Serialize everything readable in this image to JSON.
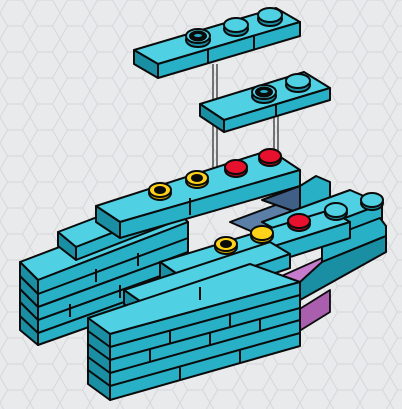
{
  "image": {
    "subject": "lego-instruction-step",
    "colors": {
      "background": "#e9eaec",
      "hex_pattern": "#f6f6f7",
      "hex_stroke": "#d6d7da",
      "brick_top": "#4fd0e3",
      "brick_front": "#27b0c6",
      "brick_dark": "#1a8fa3",
      "outline": "#0b0b0b",
      "stud_yellow": "#ffd21a",
      "stud_red": "#e8112d",
      "interior_blue": "#5c7fa8",
      "interior_dark": "#3f5f86",
      "pink": "#c77bcc",
      "guide_line": "#555555"
    },
    "parts": [
      {
        "name": "plate-1x3-top",
        "studs": [
          "black-ring",
          "cyan",
          "cyan"
        ]
      },
      {
        "name": "plate-1x2-middle",
        "studs": [
          "black-ring",
          "cyan"
        ]
      },
      {
        "name": "stud-row-back",
        "studs": [
          "yellow",
          "yellow",
          "red",
          "red"
        ]
      },
      {
        "name": "stud-row-front",
        "studs": [
          "yellow",
          "yellow",
          "red",
          "cyan",
          "cyan"
        ]
      }
    ]
  }
}
